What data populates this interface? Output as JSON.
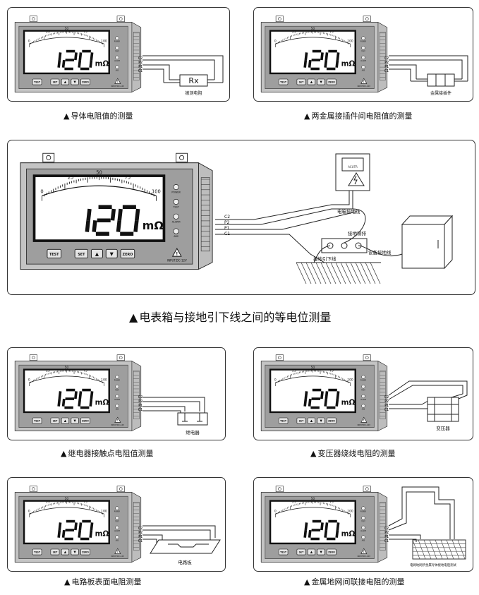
{
  "meter": {
    "display_value": "120",
    "unit": "mΩ",
    "scale_ticks": [
      "0",
      "25",
      "50",
      "75",
      "100"
    ],
    "buttons": [
      "TEST",
      "SET",
      "▲",
      "▼",
      "ZERO"
    ],
    "indicators": [
      "POWER",
      "TEST",
      "ALARM",
      "ABS"
    ],
    "model": "INPUT:DC-12V",
    "terminals": [
      "C2",
      "P2",
      "P1",
      "C1"
    ],
    "small_terminals": [
      "C2",
      "P2",
      "P1",
      "C1"
    ]
  },
  "figures": [
    {
      "caption": "导体电阻值的测量",
      "object_label": "被测电阻",
      "box_text": "Rx"
    },
    {
      "caption": "两金属接插件间电阻值的测量",
      "object_label": "金属接插件"
    },
    {
      "caption": "电表箱与接地引下线之间的等电位测量",
      "labels": {
        "box_wire": "电箱接地线",
        "busbar": "接地铜排",
        "equipment_wire": "设备接地线",
        "down_lead": "接地引下线",
        "box_header": "ACUTR"
      }
    },
    {
      "caption": "继电器接触点电阻值测量",
      "object_label": "继电器"
    },
    {
      "caption": "变压器绕线电阻的测量",
      "object_label": "变压器"
    },
    {
      "caption": "电路板表面电阻测量",
      "object_label": "电路板"
    },
    {
      "caption": "金属地网间联接电阻的测量",
      "object_label": "电网地网所金属导体接地电阻测试"
    }
  ],
  "colors": {
    "device_body": "#c9c9c9",
    "device_panel": "#9a9a9a",
    "screen": "#ffffff",
    "line": "#222222"
  }
}
